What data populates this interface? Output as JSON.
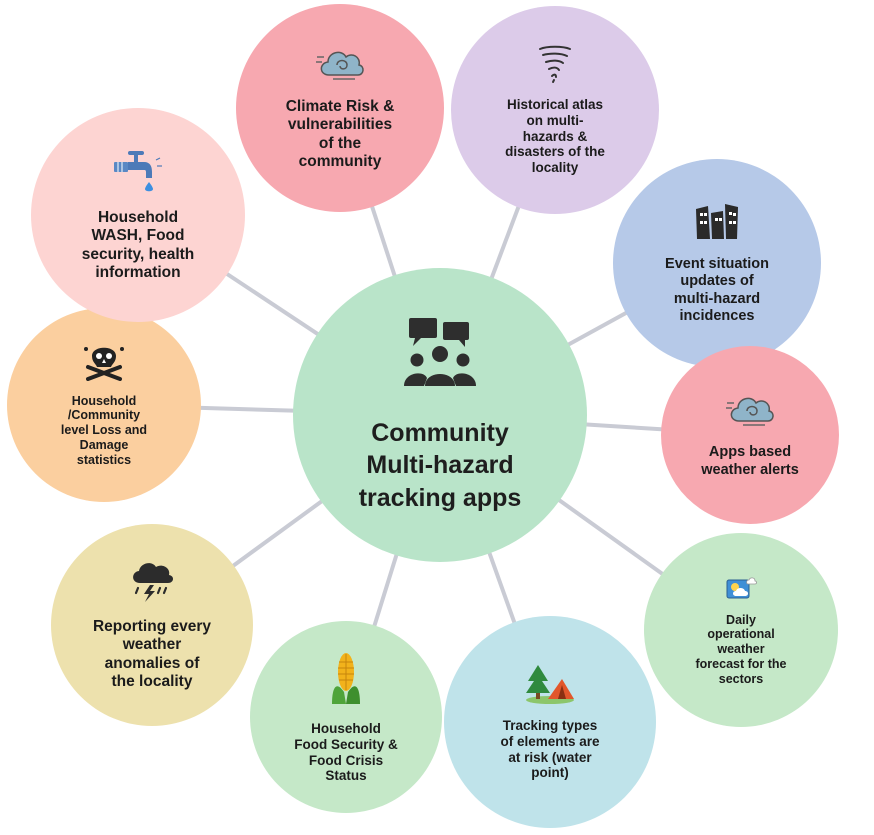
{
  "center": {
    "label": "Community\nMulti-hazard\ntracking apps",
    "color": "#b9e4c9",
    "icon": "chat-group-icon"
  },
  "nodes": [
    {
      "id": "climate-risk",
      "label": "Climate Risk &\nvulnerabilities\nof the\ncommunity",
      "color": "#f7a8b0",
      "icon": "storm-cloud-icon"
    },
    {
      "id": "historical-atlas",
      "label": "Historical atlas\non multi-\nhazards &\ndisasters of the\nlocality",
      "color": "#dccbe9",
      "icon": "tornado-icon"
    },
    {
      "id": "event-situation",
      "label": "Event situation\nupdates of\nmulti-hazard\nincidences",
      "color": "#b6c9e8",
      "icon": "collapsed-buildings-icon"
    },
    {
      "id": "weather-alerts",
      "label": "Apps based\nweather alerts",
      "color": "#f7a8b0",
      "icon": "storm-cloud-icon"
    },
    {
      "id": "daily-forecast",
      "label": "Daily\noperational\nweather\nforecast for the\nsectors",
      "color": "#c5e8c8",
      "icon": "weather-forecast-icon"
    },
    {
      "id": "elements-at-risk",
      "label": "Tracking types\nof elements are\nat risk (water\npoint)",
      "color": "#bfe3ea",
      "icon": "camp-tent-icon"
    },
    {
      "id": "food-security",
      "label": "Household\nFood Security &\nFood Crisis\nStatus",
      "color": "#c5e8c8",
      "icon": "corn-icon"
    },
    {
      "id": "weather-anomalies",
      "label": "Reporting every\nweather\nanomalies of\nthe locality",
      "color": "#ede1ad",
      "icon": "thunder-cloud-icon"
    },
    {
      "id": "loss-damage",
      "label": "Household\n/Community\nlevel Loss and\nDamage\nstatistics",
      "color": "#fbcf9f",
      "icon": "skull-crossbones-icon"
    },
    {
      "id": "household-wash",
      "label": "Household\nWASH, Food\nsecurity, health\ninformation",
      "color": "#fdd4d2",
      "icon": "water-tap-icon"
    }
  ],
  "connector_color": "#c9cbd4"
}
